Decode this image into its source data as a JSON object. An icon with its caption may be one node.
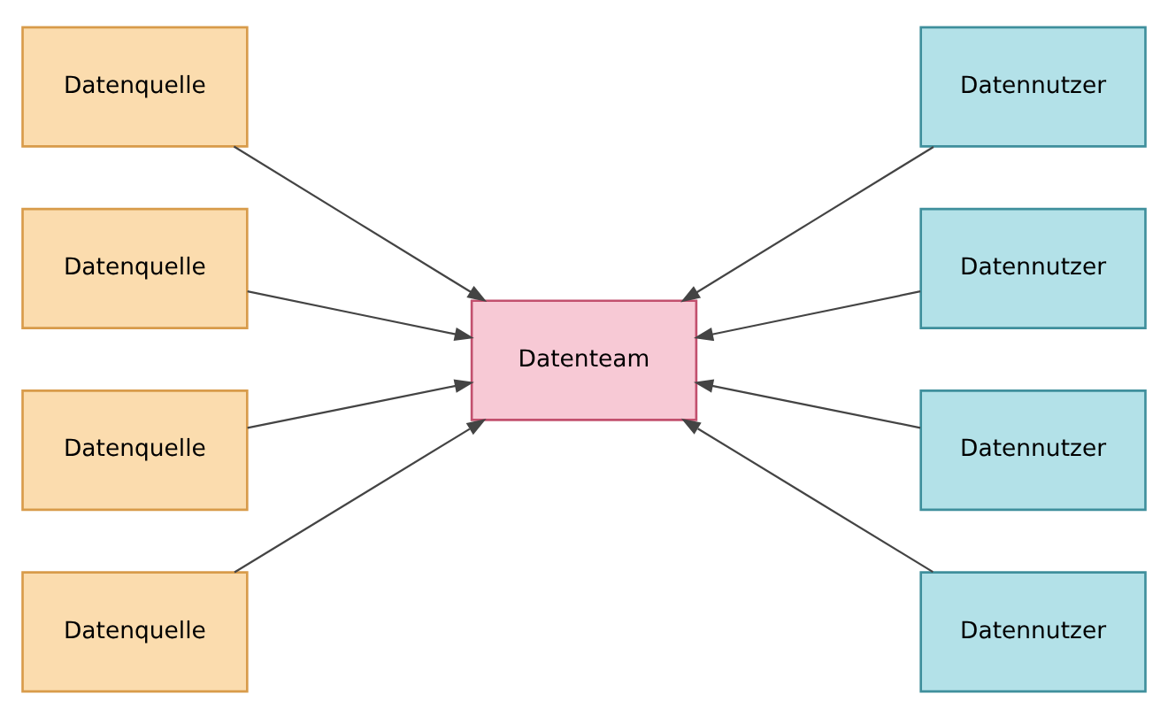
{
  "diagram": {
    "nodes": [
      {
        "text": [
          "Datenquelle"
        ]
      },
      {
        "text": [
          "Datenquelle"
        ]
      },
      {
        "text": [
          "Datenquelle"
        ]
      },
      {
        "text": [
          "Datenquelle"
        ]
      },
      {
        "text": [
          "Datenteam"
        ]
      },
      {
        "text": [
          "Datennutzer"
        ]
      },
      {
        "text": [
          "Datennutzer"
        ]
      },
      {
        "text": [
          "Datennutzer"
        ]
      },
      {
        "text": [
          "Datennutzer"
        ]
      }
    ],
    "edges": [
      {
        "from": 0,
        "to": 4,
        "arrow": "to"
      },
      {
        "from": 1,
        "to": 4,
        "arrow": "to"
      },
      {
        "from": 2,
        "to": 4,
        "arrow": "to"
      },
      {
        "from": 3,
        "to": 4,
        "arrow": "to"
      },
      {
        "from": 5,
        "to": 4,
        "arrow": "to"
      },
      {
        "from": 6,
        "to": 4,
        "arrow": "to"
      },
      {
        "from": 7,
        "to": 4,
        "arrow": "to"
      },
      {
        "from": 8,
        "to": 4,
        "arrow": "to"
      }
    ]
  }
}
